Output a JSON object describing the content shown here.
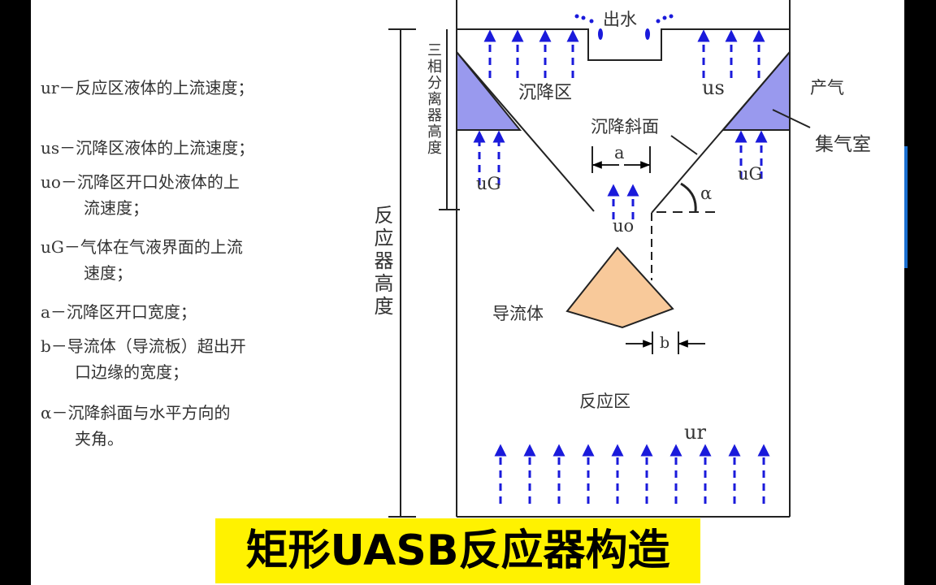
{
  "legend": [
    {
      "lines": [
        "ur－反应区液体的上流速度；"
      ]
    },
    {
      "lines": [
        "us－沉降区液体的上流速度；"
      ]
    },
    {
      "lines": [
        "uo－沉降区开口处液体的上",
        "流速度；"
      ]
    },
    {
      "lines": [
        "uG－气体在气液界面的上流",
        "速度；"
      ]
    },
    {
      "lines": [
        "a－沉降区开口宽度；"
      ]
    },
    {
      "lines": [
        "b－导流体（导流板）超出开",
        "口边缘的宽度；"
      ]
    },
    {
      "lines": [
        "α－沉降斜面与水平方向的",
        "夹角。"
      ]
    }
  ],
  "diagram": {
    "outlet": "出水",
    "settling_zone": "沉降区",
    "us": "us",
    "gas_production": "产气",
    "settling_slope": "沉降斜面",
    "gas_chamber": "集气室",
    "a": "a",
    "alpha": "α",
    "ug_left": "uG",
    "ug_right": "uG",
    "uo": "uo",
    "deflector": "导流体",
    "b": "b",
    "reaction_zone": "反应区",
    "ur": "ur",
    "separator_height": "三相分离器高度",
    "reactor_height": "反应器高度"
  },
  "colors": {
    "arrow": "#1a1adb",
    "chamber": "#9999ee",
    "deflector": "#f8c99a",
    "caption_bg": "#fff200"
  },
  "caption": "矩形UASB反应器构造"
}
